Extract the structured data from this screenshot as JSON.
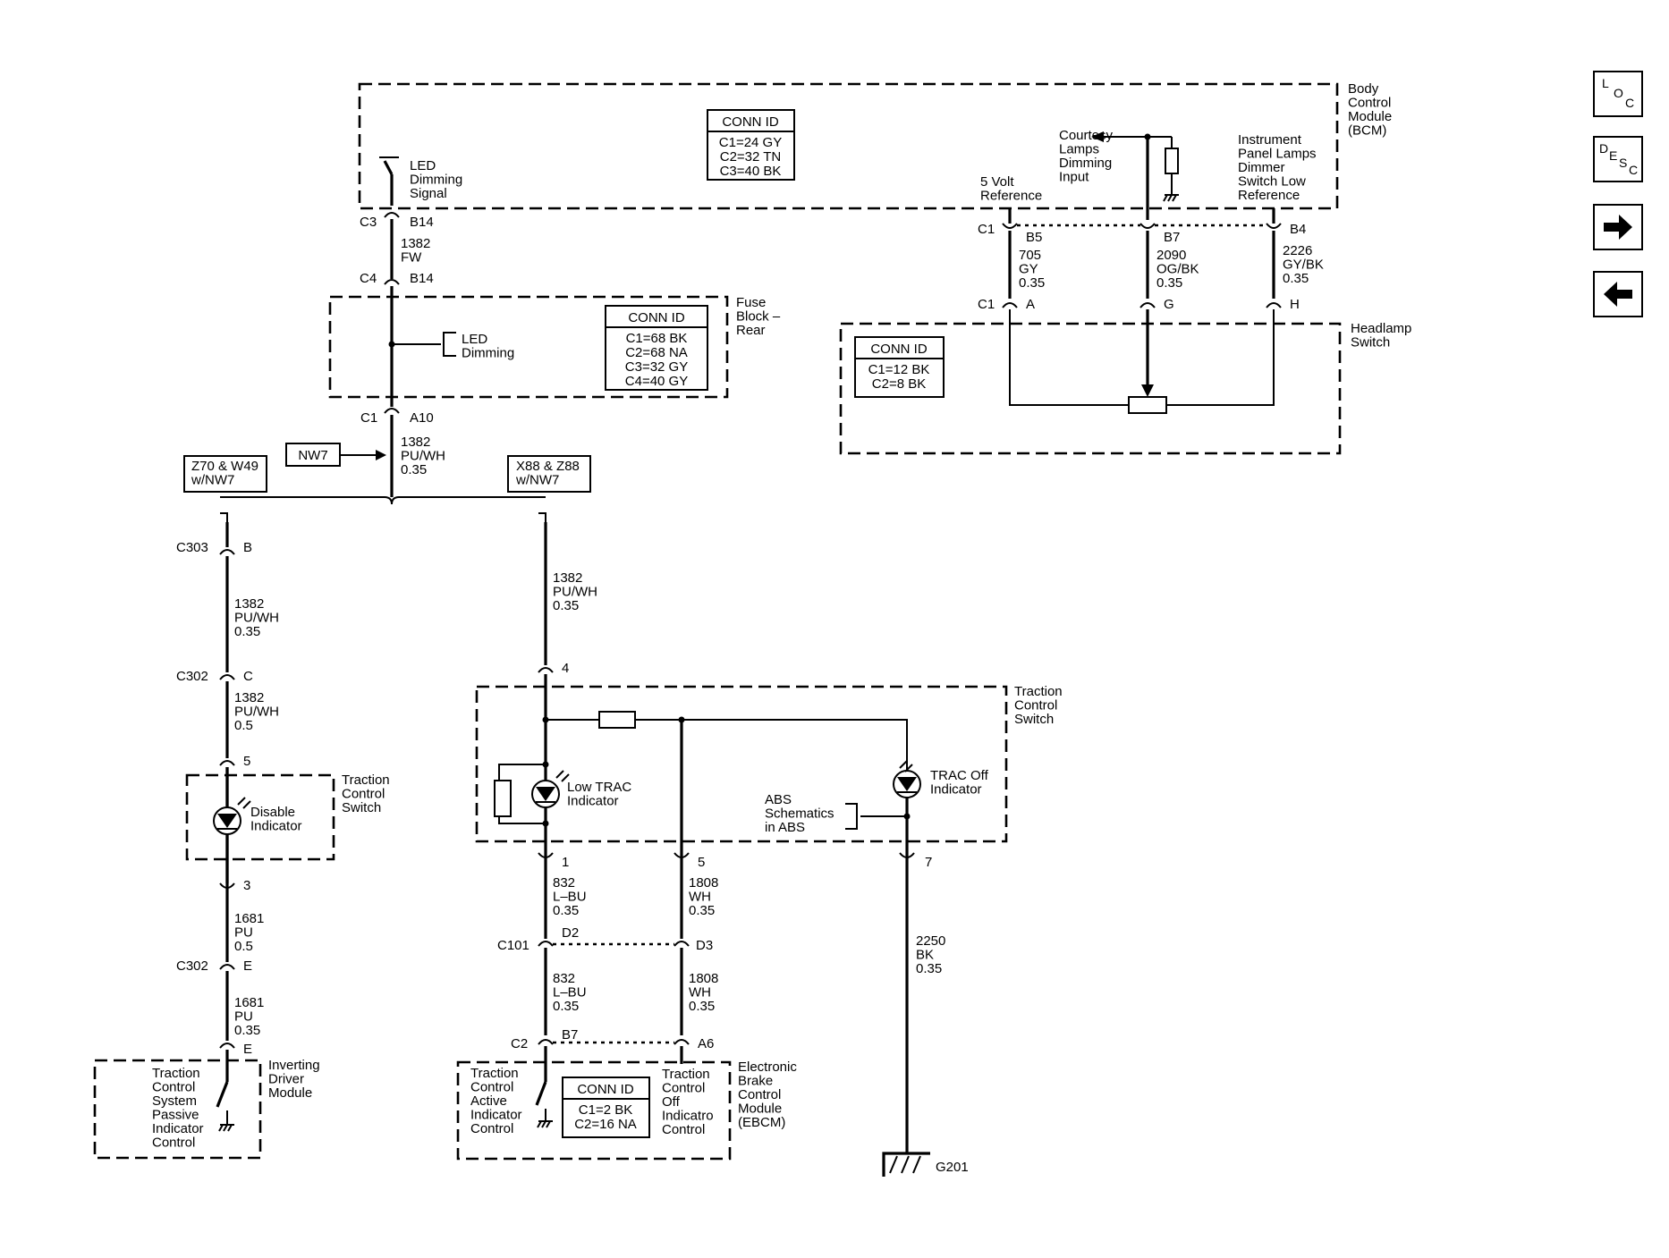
{
  "modules": {
    "bcm": "Body\nControl\nModule\n(BCM)",
    "fuse_block": "Fuse\nBlock –\nRear",
    "headlamp": "Headlamp\nSwitch",
    "tcs_left": "Traction\nControl\nSwitch",
    "tcs_mid": "Traction\nControl\nSwitch",
    "idm": "Inverting\nDriver\nModule",
    "ebcm": "Electronic\nBrake\nControl\nModule\n(EBCM)"
  },
  "conn_tables": {
    "bcm": {
      "title": "CONN ID",
      "rows": [
        "C1=24 GY",
        "C2=32 TN",
        "C3=40 BK"
      ]
    },
    "fuse": {
      "title": "CONN ID",
      "rows": [
        "C1=68 BK",
        "C2=68 NA",
        "C3=32 GY",
        "C4=40 GY"
      ]
    },
    "headlamp": {
      "title": "CONN ID",
      "rows": [
        "C1=12 BK",
        "C2=8 BK"
      ]
    },
    "ebcm": {
      "title": "CONN ID",
      "rows": [
        "C1=2 BK",
        "C2=16 NA"
      ]
    }
  },
  "inner_labels": {
    "led_dimming_signal": "LED\nDimming\nSignal",
    "led_dimming": "LED\nDimming",
    "courtesy": "Courtesy\nLamps\nDimming\nInput",
    "five_volt": "5 Volt\nReference",
    "ip_dimmer": "Instrument\nPanel Lamps\nDimmer\nSwitch Low\nReference",
    "disable_ind": "Disable\nIndicator",
    "low_trac": "Low TRAC\nIndicator",
    "trac_off": "TRAC Off\nIndicator",
    "abs": "ABS\nSchematics\nin ABS",
    "tcs_passive": "Traction\nControl\nSystem\nPassive\nIndicator\nControl",
    "tc_active": "Traction\nControl\nActive\nIndicator\nControl",
    "tc_off": "Traction\nControl\nOff\nIndicatro\nControl"
  },
  "options": {
    "nw7": "NW7",
    "left": "Z70 & W49\nw/NW7",
    "right": "X88 & Z88\nw/NW7"
  },
  "pins": {
    "c3": "C3",
    "b14a": "B14",
    "c4": "C4",
    "b14b": "B14",
    "c1_fuse": "C1",
    "a10": "A10",
    "c1_bcm": "C1",
    "b5": "B5",
    "b7": "B7",
    "b4": "B4",
    "c1_hl": "C1",
    "a": "A",
    "g": "G",
    "h": "H",
    "c303": "C303",
    "b": "B",
    "c302a": "C302",
    "c": "C",
    "p5l": "5",
    "p3": "3",
    "c302b": "C302",
    "e1": "E",
    "e2": "E",
    "p4": "4",
    "p1": "1",
    "p5m": "5",
    "p7": "7",
    "c101": "C101",
    "d2": "D2",
    "d3": "D3",
    "c2": "C2",
    "b7e": "B7",
    "a6": "A6",
    "g201": "G201"
  },
  "wires": {
    "w1382fw": "1382\nFW",
    "w1382a": "1382\nPU/WH\n0.35",
    "w705": "705\nGY\n0.35",
    "w2090": "2090\nOG/BK\n0.35",
    "w2226": "2226\nGY/BK\n0.35",
    "w1382b": "1382\nPU/WH\n0.35",
    "w1382c": "1382\nPU/WH\n0.5",
    "w1382d": "1382\nPU/WH\n0.35",
    "w1681a": "1681\nPU\n0.5",
    "w1681b": "1681\nPU\n0.35",
    "w832a": "832\nL–BU\n0.35",
    "w832b": "832\nL–BU\n0.35",
    "w1808a": "1808\nWH\n0.35",
    "w1808b": "1808\nWH\n0.35",
    "w2250": "2250\nBK\n0.35"
  },
  "nav": {
    "loc": [
      "L",
      "O",
      "C"
    ],
    "desc": [
      "D",
      "E",
      "S",
      "C"
    ],
    "next_icon": "arrow-right-icon",
    "back_icon": "arrow-left-icon"
  }
}
